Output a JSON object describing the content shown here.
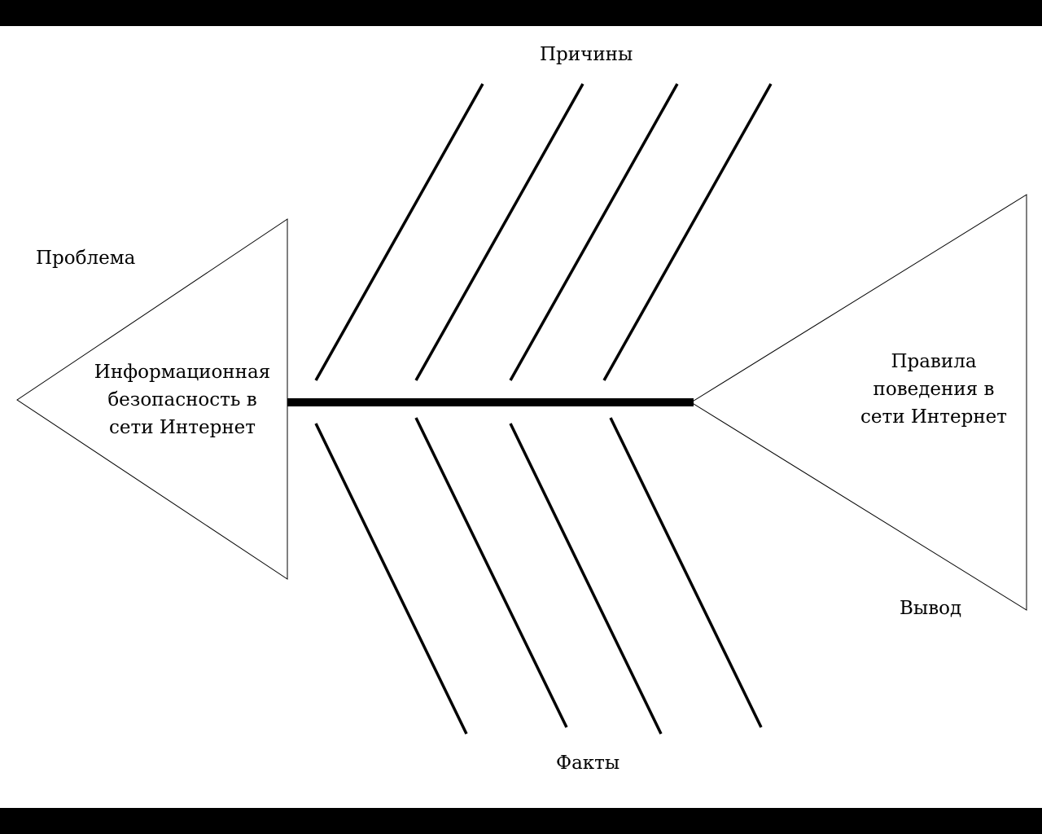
{
  "labels": {
    "causes": "Причины",
    "problem": "Проблема",
    "facts": "Факты",
    "conclusion": "Вывод"
  },
  "head": {
    "lines": [
      "Информационная",
      "безопасность в",
      "сети Интернет"
    ]
  },
  "tail": {
    "lines": [
      "Правила",
      "поведения в",
      "сети Интернет"
    ]
  },
  "colors": {
    "background": "#ffffff",
    "ink": "#000000",
    "letterbox": "#000000"
  }
}
